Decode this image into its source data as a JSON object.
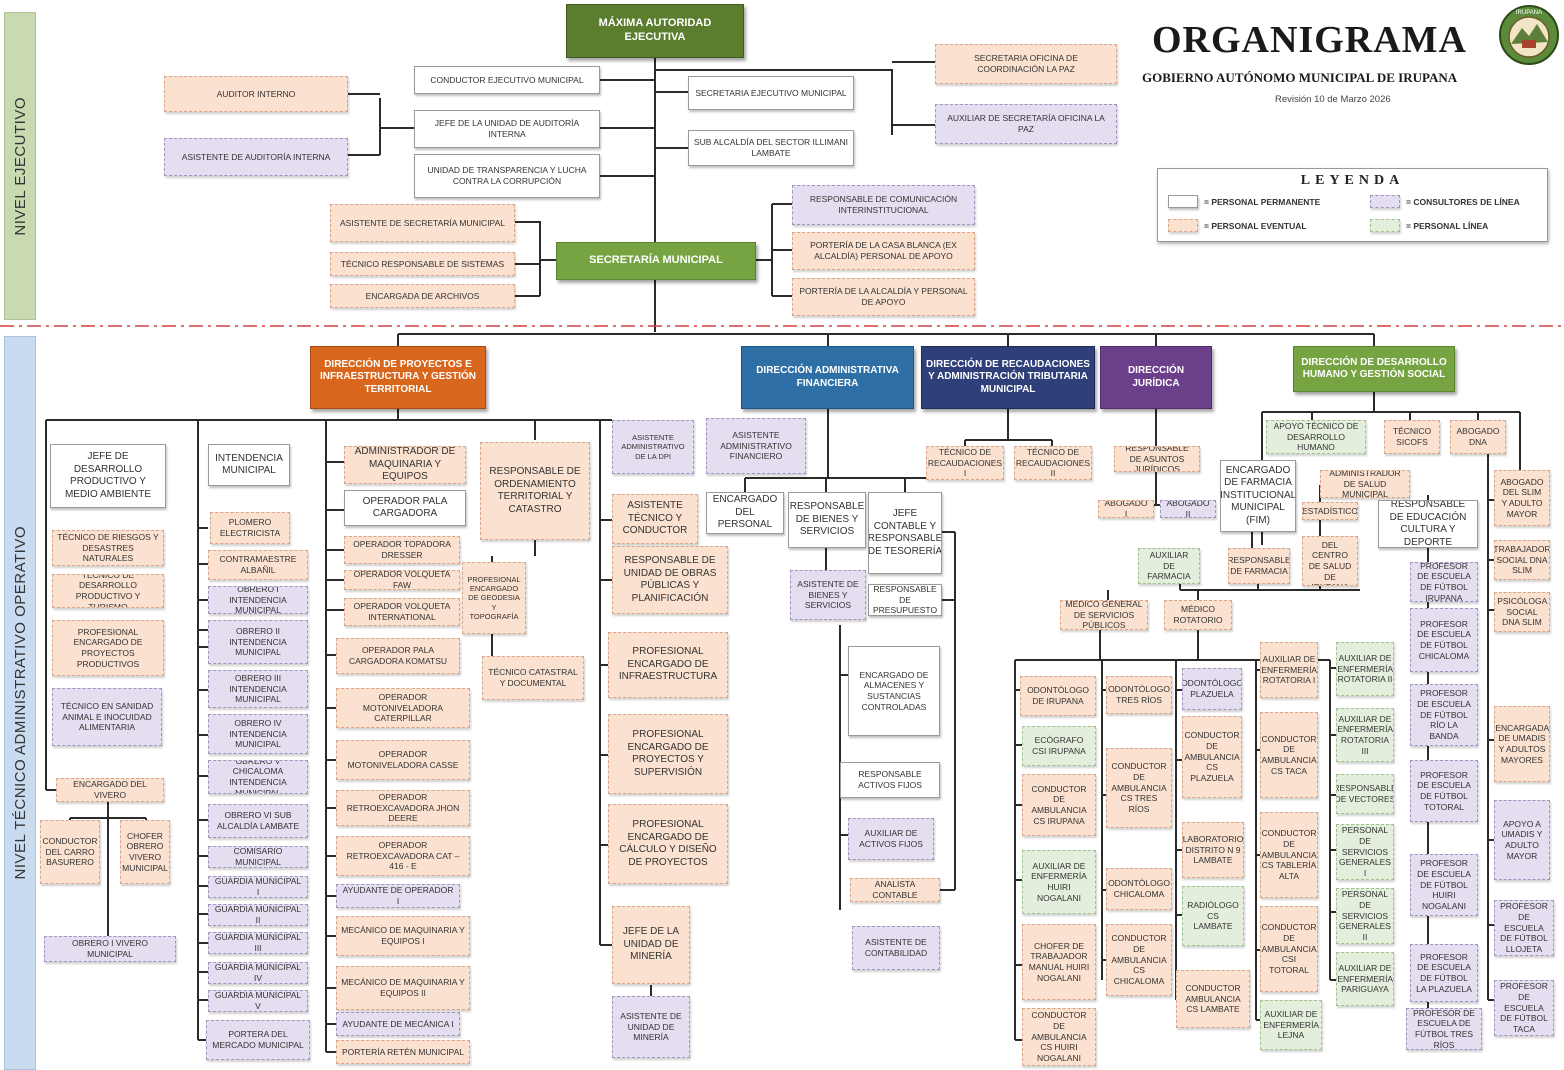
{
  "title": "ORGANIGRAMA",
  "subtitle": "GOBIERNO AUTÓNOMO MUNICIPAL DE IRUPANA",
  "revision": "Revisión 10 de Marzo 2026",
  "logo_text": "IRUPANA",
  "levels": {
    "ejecutivo": "NIVEL EJECUTIVO",
    "operativo": "NIVEL TÉCNICO ADMINISTRATIVO OPERATIVO"
  },
  "legend": {
    "title": "LEYENDA",
    "items": [
      {
        "label": "= PERSONAL PERMANENTE",
        "type": "perm"
      },
      {
        "label": "= CONSULTORES DE LÍNEA",
        "type": "cons"
      },
      {
        "label": "= PERSONAL EVENTUAL",
        "type": "event"
      },
      {
        "label": "= PERSONAL LÍNEA",
        "type": "linea"
      }
    ]
  },
  "colors": {
    "cabeza": "#5a7d2e",
    "proyectos": "#d8661c",
    "administrativa": "#2e6fa6",
    "recaudaciones": "#2e3f7a",
    "juridica": "#6b3f8a",
    "desarrollo_humano": "#77a442",
    "divisoria": "#d04040"
  },
  "units": {
    "maxima_autoridad": "MÁXIMA AUTORIDAD EJECUTIVA",
    "conductor_ejecutivo": "CONDUCTOR EJECUTIVO MUNICIPAL",
    "jefe_auditoria": "JEFE DE LA UNIDAD DE AUDITORÍA INTERNA",
    "transparencia": "UNIDAD DE TRANSPARENCIA Y LUCHA CONTRA LA CORRUPCIÓN",
    "auditor_interno": "AUDITOR INTERNO",
    "asistente_auditoria": "ASISTENTE DE AUDITORÍA INTERNA",
    "secretaria_ejecutivo": "SECRETARIA EJECUTIVO MUNICIPAL",
    "subalcaldia_illimani": "SUB ALCALDÍA DEL SECTOR ILLIMANI LAMBATE",
    "secretaria_oficina_paz": "SECRETARIA OFICINA DE COORDINACIÓN LA PAZ",
    "auxiliar_secretaria_paz": "AUXILIAR DE SECRETARÍA OFICINA LA PAZ",
    "secretaria_municipal": "SECRETARÍA MUNICIPAL",
    "asistente_secretaria": "ASISTENTE DE SECRETARÍA MUNICIPAL",
    "tecnico_sistemas": "TÉCNICO RESPONSABLE DE SISTEMAS",
    "encargada_archivos": "ENCARGADA DE ARCHIVOS",
    "resp_comunicacion": "RESPONSABLE DE COMUNICACIÓN INTERINSTITUCIONAL",
    "porteria_casa_blanca": "PORTERÍA DE LA CASA BLANCA (EX ALCALDÍA) PERSONAL DE APOYO",
    "porteria_alcaldia": "PORTERÍA DE LA ALCALDÍA Y PERSONAL DE APOYO",
    "dir_proyectos": "DIRECCIÓN DE PROYECTOS E INFRAESTRUCTURA Y GESTIÓN TERRITORIAL",
    "dir_administrativa": "DIRECCIÓN ADMINISTRATIVA FINANCIERA",
    "dir_recaudaciones": "DIRECCIÓN DE RECAUDACIONES Y ADMINISTRACIÓN TRIBUTARIA MUNICIPAL",
    "dir_juridica": "DIRECCIÓN JURÍDICA",
    "dir_desarrollo": "DIRECCIÓN DE DESARROLLO HUMANO Y GESTIÓN SOCIAL",
    "jefe_desarrollo_productivo": "JEFE DE DESARROLLO PRODUCTIVO Y MEDIO AMBIENTE",
    "tecnico_riesgos": "TÉCNICO DE RIESGOS Y DESASTRES NATURALES",
    "tecnico_desarrollo_productivo": "TÉCNICO DE DESARROLLO PRODUCTIVO Y TURISMO",
    "prof_proyectos_productivos": "PROFESIONAL ENCARGADO DE PROYECTOS PRODUCTIVOS",
    "tecnico_sanidad": "TÉCNICO EN SANIDAD ANIMAL E INOCUIDAD ALIMENTARIA",
    "encargado_vivero": "ENCARGADO DEL VIVERO",
    "conductor_basurero": "CONDUCTOR DEL CARRO BASURERO",
    "chofer_obrero_vivero": "CHOFER OBRERO VIVERO MUNICIPAL",
    "obrero_vivero": "OBRERO I VIVERO MUNICIPAL",
    "intendencia": "INTENDENCIA MUNICIPAL",
    "plomero": "PLOMERO ELECTRICISTA",
    "contramaestre": "CONTRAMAESTRE ALBAÑIL",
    "obrero_1": "OBRERO I INTENDENCIA MUNICIPAL",
    "obrero_2": "OBRERO II INTENDENCIA MUNICIPAL",
    "obrero_3": "OBRERO III INTENDENCIA MUNICIPAL",
    "obrero_4": "OBRERO IV INTENDENCIA MUNICIPAL",
    "obrero_5": "OBRERO V CHICALOMA INTENDENCIA MUNICIPAL",
    "obrero_6": "OBRERO VI SUB ALCALDÍA LAMBATE",
    "comisario": "COMISARIO MUNICIPAL",
    "guardia_1": "GUARDIA MUNICIPAL I",
    "guardia_2": "GUARDIA MUNICIPAL II",
    "guardia_3": "GUARDIA MUNICIPAL III",
    "guardia_4": "GUARDIA MUNICIPAL IV",
    "guardia_5": "GUARDIA MUNICIPAL V",
    "portera_mercado": "PORTERA DEL MERCADO MUNICIPAL",
    "admin_maquinaria": "ADMINISTRADOR DE MAQUINARIA Y EQUIPOS",
    "op_pala": "OPERADOR PALA CARGADORA",
    "op_topadora": "OPERADOR TOPADORA DRESSER",
    "op_volqueta_faw": "OPERADOR VOLQUETA FAW",
    "op_volqueta_int": "OPERADOR VOLQUETA INTERNATIONAL",
    "op_pala_komatsu": "OPERADOR PALA CARGADORA KOMATSU",
    "op_moto_cat": "OPERADOR MOTONIVELADORA CATERPILLAR",
    "op_moto_case": "OPERADOR MOTONIVELADORA CASSE",
    "op_retro_jhon": "OPERADOR RETROEXCAVADORA JHON DEERE",
    "op_retro_cat": "OPERADOR RETROEXCAVADORA CAT – 416 - E",
    "ayudante_operador": "AYUDANTE DE OPERADOR I",
    "mecanico_1": "MECÁNICO DE MAQUINARIA Y EQUIPOS I",
    "mecanico_2": "MECÁNICO DE MAQUINARIA Y EQUIPOS II",
    "ayudante_mecanica": "AYUDANTE DE MECÁNICA I",
    "porteria_reten": "PORTERÍA RETÉN MUNICIPAL",
    "resp_ordenamiento": "RESPONSABLE DE ORDENAMIENTO TERRITORIAL Y CATASTRO",
    "prof_geodesia": "PROFESIONAL ENCARGADO DE GEODESIA Y TOPOGRAFÍA",
    "tecnico_catastral": "TÉCNICO CATASTRAL Y DOCUMENTAL",
    "asistente_admin_dpi": "ASISTENTE ADMINISTRATIVO DE LA DPI",
    "asistente_tecnico_conductor": "ASISTENTE TÉCNICO Y CONDUCTOR",
    "resp_obras_publicas": "RESPONSABLE DE UNIDAD DE OBRAS PÚBLICAS Y PLANIFICACIÓN",
    "prof_infraestructura": "PROFESIONAL ENCARGADO DE INFRAESTRUCTURA",
    "prof_supervision": "PROFESIONAL ENCARGADO DE PROYECTOS Y SUPERVISIÓN",
    "prof_calculo": "PROFESIONAL ENCARGADO DE CÁLCULO Y DISEÑO DE PROYECTOS",
    "jefe_mineria": "JEFE DE LA UNIDAD DE MINERÍA",
    "asistente_mineria": "ASISTENTE DE UNIDAD DE MINERÍA",
    "asistente_admin_financiero": "ASISTENTE ADMINISTRATIVO FINANCIERO",
    "encargado_personal": "ENCARGADO DEL PERSONAL",
    "resp_bienes": "RESPONSABLE DE BIENES Y SERVICIOS",
    "asistente_bienes": "ASISTENTE DE BIENES Y SERVICIOS",
    "jefe_tesoreria": "JEFE CONTABLE Y RESPONSABLE DE TESORERÍA",
    "resp_presupuesto": "RESPONSABLE DE PRESUPUESTO",
    "encargado_almacenes": "ENCARGADO DE ALMACENES Y SUSTANCIAS CONTROLADAS",
    "resp_activos": "RESPONSABLE ACTIVOS FIJOS",
    "auxiliar_activos": "AUXILIAR DE ACTIVOS FIJOS",
    "analista_contable": "ANALISTA CONTABLE",
    "asistente_contabilidad": "ASISTENTE DE CONTABILIDAD",
    "tecnico_recaudaciones_1": "TÉCNICO DE RECAUDACIONES I",
    "tecnico_recaudaciones_2": "TÉCNICO DE RECAUDACIONES II",
    "resp_asuntos_juridicos": "RESPONSABLE DE ASUNTOS JURÍDICOS",
    "abogado_1": "ABOGADO I",
    "abogado_2": "ABOGADO II",
    "apoyo_tecnico_dh": "APOYO TÉCNICO DE DESARROLLO HUMANO",
    "tecnico_sicofs": "TÉCNICO SICOFS",
    "abogado_dna": "ABOGADO DNA",
    "encargado_farmacia": "ENCARGADO DE FARMACIA INSTITUCIONAL MUNICIPAL (FIM)",
    "auxiliar_farmacia": "AUXILIAR DE FARMACIA",
    "responsable_farmacia": "RESPONSABLE DE FARMACIA",
    "admin_salud": "ADMINISTRADOR DE SALUD MUNICIPAL",
    "estadistico": "ESTADÍSTICO",
    "cajera_salud": "CAJERA DEL CENTRO DE SALUD DE IRUPANA",
    "resp_educacion": "RESPONSABLE DE EDUCACIÓN CULTURA Y DEPORTE",
    "prof_futbol_irupana": "PROFESOR DE ESCUELA DE FÚTBOL IRUPANA",
    "prof_futbol_chicaloma": "PROFESOR DE ESCUELA DE FÚTBOL CHICALOMA",
    "prof_futbol_rio_banda": "PROFESOR DE ESCUELA DE FÚTBOL RÍO LA BANDA",
    "prof_futbol_totoral": "PROFESOR DE ESCUELA DE FÚTBOL TOTORAL",
    "prof_futbol_huiri": "PROFESOR DE ESCUELA DE FÚTBOL HUIRI NOGALANI",
    "prof_futbol_plazuela": "PROFESOR DE ESCUELA DE FÚTBOL LA PLAZUELA",
    "prof_futbol_tres_rios": "PROFESOR DE ESCUELA DE FÚTBOL TRES RÍOS",
    "abogado_slim": "ABOGADO DEL SLIM Y ADULTO MAYOR",
    "trabajador_social": "TRABAJADOR SOCIAL DNA SLIM",
    "psicologa": "PSICÓLOGA SOCIAL DNA SLIM",
    "encargada_umadis": "ENCARGADA DE UMADIS Y ADULTOS MAYORES",
    "apoyo_umadis": "APOYO A UMADIS Y ADULTO MAYOR",
    "prof_futbol_llojeta": "PROFESOR DE ESCUELA DE FÚTBOL LLOJETA",
    "prof_futbol_taca": "PROFESOR DE ESCUELA DE FÚTBOL TACA",
    "medico_general": "MÉDICO GENERAL DE SERVICIOS PÚBLICOS",
    "medico_rotatorio": "MÉDICO ROTATORIO",
    "odontologo_irupana": "ODONTÓLOGO DE IRUPANA",
    "ecografo": "ECÓGRAFO CSI IRUPANA",
    "conductor_amb_irupana": "CONDUCTOR DE AMBULANCIA CS IRUPANA",
    "aux_enf_huiri": "AUXILIAR DE ENFERMERÍA HUIRI NOGALANI",
    "chofer_huiri": "CHOFER DE TRABAJADOR MANUAL HUIRI NOGALANI",
    "conductor_amb_huiri": "CONDUCTOR DE AMBULANCIA CS HUIRI NOGALANI",
    "odontologo_tres_rios": "ODONTÓLOGO TRES RÍOS",
    "conductor_amb_tres_rios": "CONDUCTOR DE AMBULANCIA CS TRES RÍOS",
    "odontologo_chicaloma": "ODONTÓLOGO CHICALOMA",
    "conductor_amb_chicaloma": "CONDUCTOR DE AMBULANCIA CS CHICALOMA",
    "odontologo_plazuela": "ODONTÓLOGO PLAZUELA",
    "conductor_amb_plazuela": "CONDUCTOR DE AMBULANCIA CS PLAZUELA",
    "laboratorio_lambate": "LABORATORIO DISTRITO N 9 LAMBATE",
    "radiologo_lambate": "RADIÓLOGO CS LAMBATE",
    "conductor_amb_lambate": "CONDUCTOR AMBULANCIA CS LAMBATE",
    "aux_enf_rot_1": "AUXILIAR DE ENFERMERÍA ROTATORIA I",
    "conductor_amb_taca": "CONDUCTOR DE AMBULANCIA CS TACA",
    "conductor_amb_tableria": "CONDUCTOR DE AMBULANCIA CS TABLERÍA ALTA",
    "conductor_amb_totoral": "CONDUCTOR DE AMBULANCIA CSI TOTORAL",
    "aux_enf_lejna": "AUXILIAR DE ENFERMERÍA LEJNA",
    "aux_enf_rot_2": "AUXILIAR DE ENFERMERÍA ROTATORIA II",
    "aux_enf_rot_3": "AUXILIAR DE ENFERMERÍA ROTATORIA III",
    "resp_vectores": "RESPONSABLE DE VECTORES",
    "servicios_generales_1": "PERSONAL DE SERVICIOS GENERALES I",
    "servicios_generales_2": "PERSONAL DE SERVICIOS GENERALES II",
    "aux_enf_pariguaya": "AUXILIAR DE ENFERMERÍA PARIGUAYA"
  }
}
